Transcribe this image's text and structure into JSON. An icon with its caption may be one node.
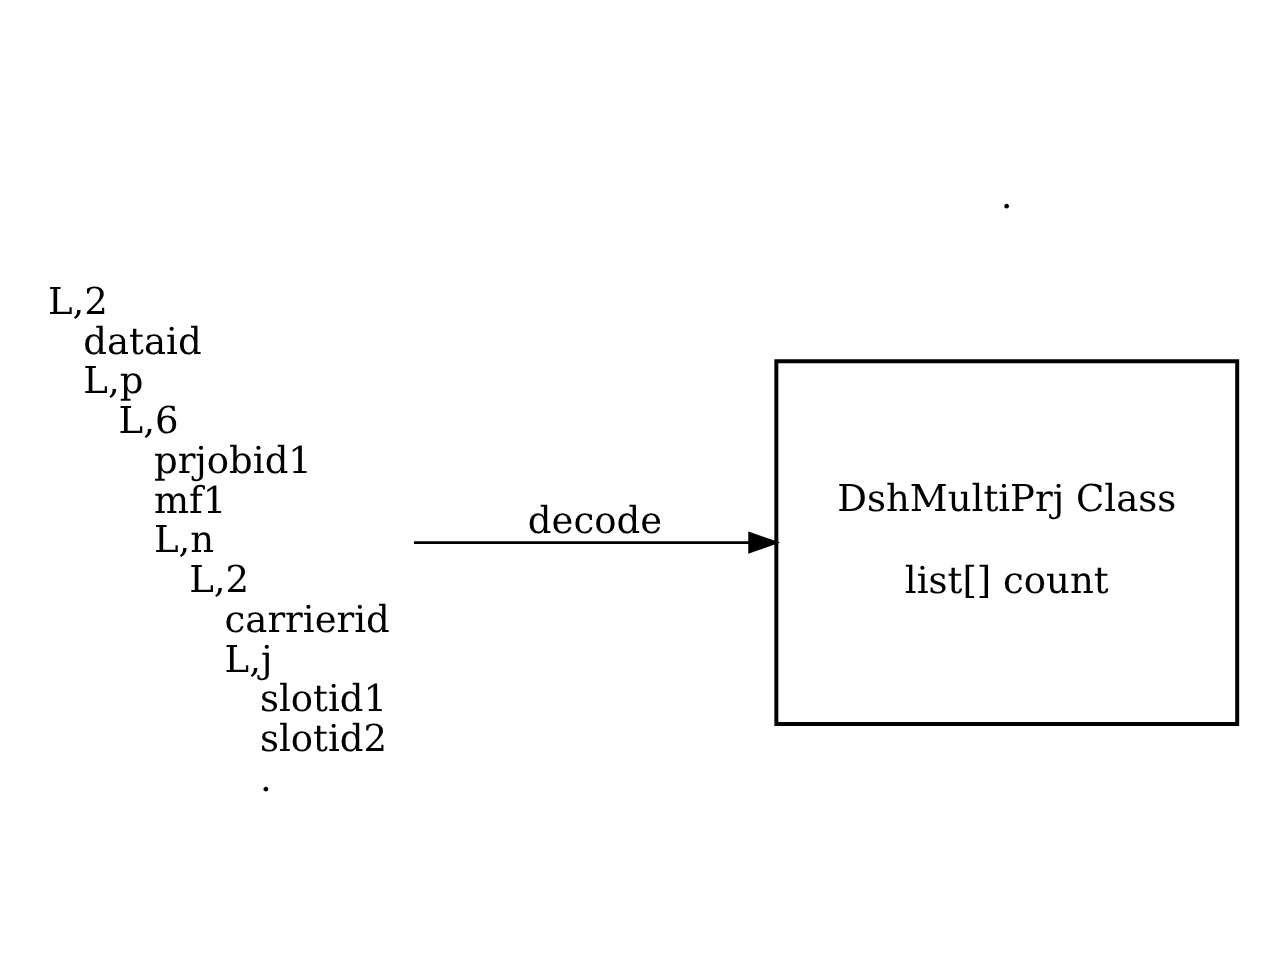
{
  "diagram": {
    "nodes": [
      {
        "text": [
          "L,2",
          "dataid",
          "L,p",
          "L,6",
          "prjobid1",
          "mf1",
          "L,n",
          "L,2",
          "carrierid",
          "L,j",
          "slotid1",
          "slotid2",
          "."
        ]
      },
      {
        "text": [
          "DshMultiPrj Class",
          "list[] count"
        ]
      }
    ],
    "edges": [
      {
        "from": 0,
        "to": 1,
        "arrow": "to",
        "label": "decode"
      }
    ],
    "labels": [
      "."
    ]
  }
}
